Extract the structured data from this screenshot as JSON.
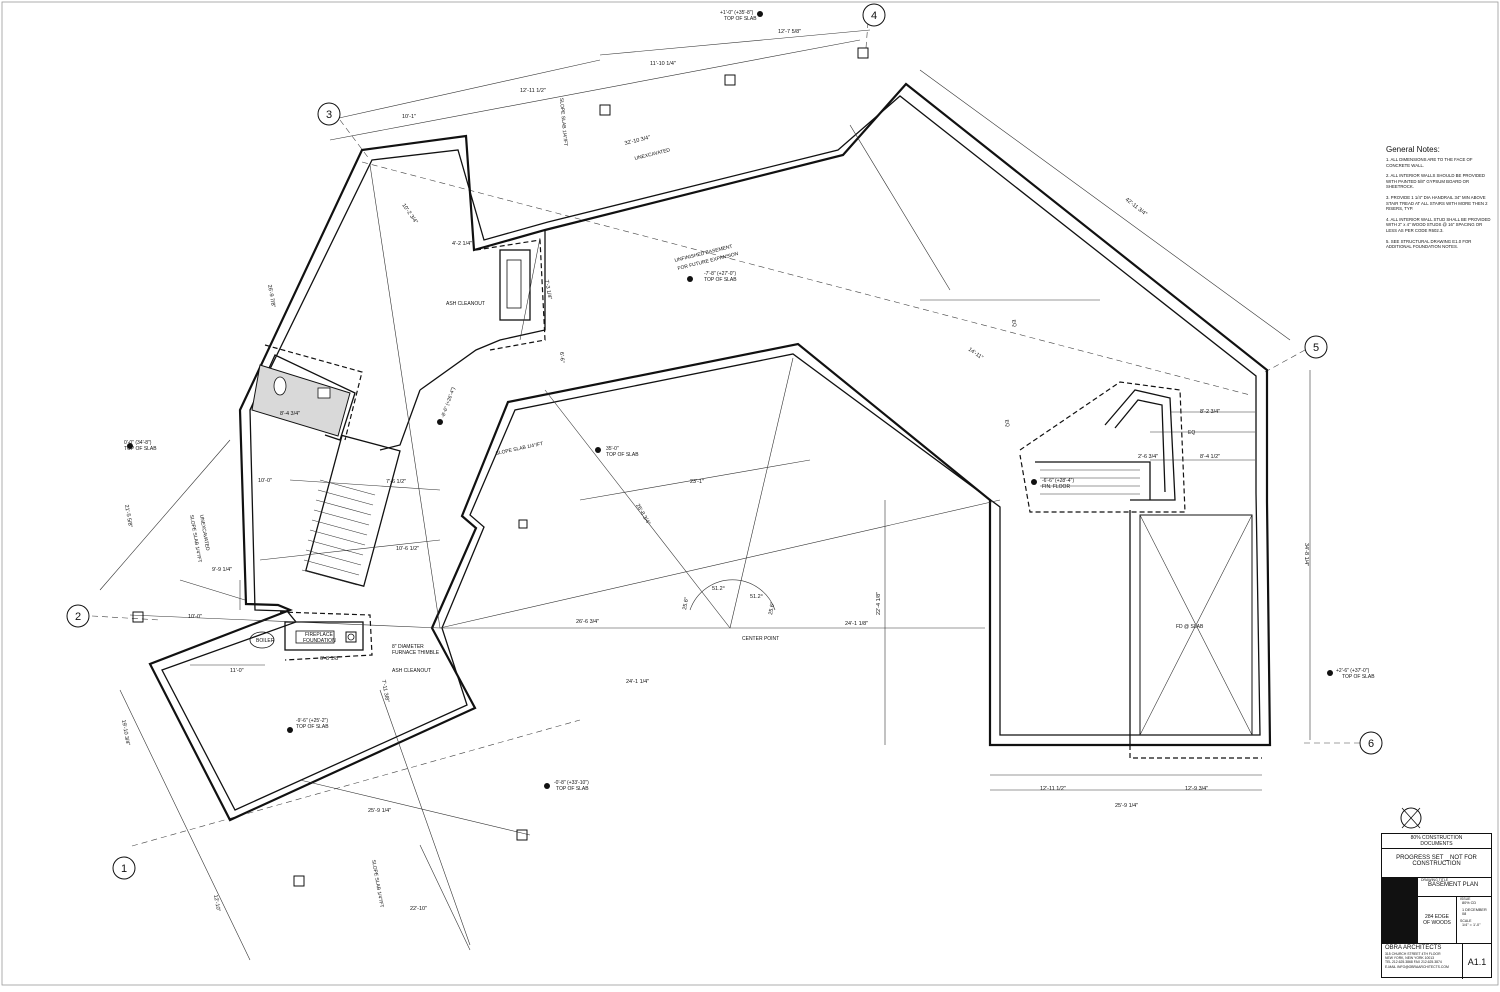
{
  "grid_bubbles": [
    "1",
    "2",
    "3",
    "4",
    "5",
    "6"
  ],
  "general_notes": {
    "heading": "General Notes:",
    "items": [
      "1. ALL DIMENSIONS ARE TO THE FACE OF CONCRETE WALL.",
      "2. ALL INTERIOR WALLS SHOULD BE PROVIDED WITH PAINTED 5/8\" GYPSUM BOARD OR SHEETROCK.",
      "3. PROVIDE 1 1/4\" DIA HANDRAIL 34\" MIN ABOVE STAIR TREAD AT ALL STAIRS WITH MORE THEN 2 RISERS, TYP.",
      "4. ALL INTERIOR WALL STUD SHALL BE PROVIDED WITH 2\" x 4\" WOOD STUDS @ 16\" SPACING OR LESS AS PER CODE R602.3.",
      "5. SEE STRUCTURAL DRAWING E1.0 FOR ADDITIONAL FOUNDATION NOTES."
    ]
  },
  "rooms": {
    "unexcavated_top": "UNEXCAVATED",
    "unexcavated_left": "UNEXCAVATED",
    "unfinished_1": "UNFINISHED BASEMENT",
    "unfinished_2": "FOR FUTURE EXPANSION",
    "fireplace_1": "FIREPLACE",
    "fireplace_2": "FOUNDATION",
    "boiler": "BOILER",
    "furnace_1": "8\" DIAMETER",
    "furnace_2": "FURNACE THIMBLE",
    "ash_cleanout_1": "ASH CLEANOUT",
    "ash_cleanout_2": "ASH CLEANOUT",
    "center_point": "CENTER POINT",
    "fd_slab": "FD @ SLAB",
    "slope_slab_1": "SLOPE SLAB 1/4\"/FT",
    "slope_slab_2": "SLOPE SLAB 1/4\"/FT",
    "slope_slab_3": "SLOPE SLAB 1/4\"/FT",
    "slope_slab_4": "SLOPE SLAB 1/4\"/FT",
    "eq_1": "EQ",
    "eq_2": "EQ",
    "eq_3": "EQ"
  },
  "elevations": {
    "top": "+1'-0\" (+35'-8\")",
    "unfinished": "-7'-8\" (+27'-0\")",
    "stair_top": "-8'-6\" (+26'-4\")",
    "left": "0'-0\" (34'-8\")",
    "center": "35'-0\"",
    "right_mid": "-6'-6\" (+28'-4\")",
    "right": "+2'-6\" (+37'-0\")",
    "bottom_left": "-9'-6\" (+25'-2\")",
    "bottom": "-0'-8\" (+33'-10\")",
    "top_of_slab": "TOP OF SLAB",
    "fin_floor": "FIN. FLOOR"
  },
  "dimensions": {
    "d1": "12'-7 5/8\"",
    "d2": "11'-10 1/4\"",
    "d3": "12'-11 1/2\"",
    "d4": "10'-1\"",
    "d5": "32'-10 3/4\"",
    "d6": "42'-11 3/4\"",
    "d7": "26'-9 7/8\"",
    "d8": "21'-5 5/8\"",
    "d9": "4'-2 1/4\"",
    "d10": "10'-2 3/4\"",
    "d11": "7'-3 1/4\"",
    "d12": "8'-4 3/4\"",
    "d13": "7'-6 1/2\"",
    "d14": "10'-6 1/2\"",
    "d15": "9'-9 1/4\"",
    "d16": "23'-1\"",
    "d17": "26'-8 3/4\"",
    "d18": "26'-6 3/4\"",
    "d19": "24'-1 1/4\"",
    "d20": "24'-1 1/8\"",
    "d21": "22'-4 1/8\"",
    "d22": "34'-8 1/4\"",
    "d23": "12'-11 1/2\"",
    "d24": "12'-9 3/4\"",
    "d25": "25'-9 1/4\"",
    "d26": "8'-2 3/4\"",
    "d27": "8'-4 1/2\"",
    "d28": "2'-6 3/4\"",
    "d29": "14'-11\"",
    "d30": "11'-0\"",
    "d31": "6'-8 1/8\"",
    "d32": "7'-11 3/8\"",
    "d33": "25'-9 1/4\"",
    "d34": "22'-10\"",
    "d35": "12'-10\"",
    "d36": "19'-10 3/4\"",
    "d37": "51.2°",
    "d38": "51.2°",
    "d39": "25.6°",
    "d40": "25.6°",
    "d41": "10'-0\"",
    "d42": "10'-0\"",
    "d43": "6'-6\""
  },
  "title_block": {
    "phase_1": "80% CONSTRUCTION",
    "phase_2": "DOCUMENTS",
    "progress_1": "PROGRESS SET _ NOT FOR",
    "progress_2": "CONSTRUCTION",
    "drawing_title_label": "DRAWING TITLE",
    "drawing_title": "BASEMENT PLAN",
    "project_1": "284 EDGE",
    "project_2": "OF WOODS",
    "issue_label": "ISSUE",
    "issue": "80% CD",
    "date": "1 DECEMBER 08",
    "scale_label": "SCALE",
    "scale": "1/4\" = 1'-0\"",
    "firm": "OBRA ARCHITECTS",
    "address_1": "315 CHURCH STREET 4TH FLOOR",
    "address_2": "NEW YORK, NEW YORK 10013",
    "address_3": "TEL 212.625.3868  FAX 212.625.3874",
    "address_4": "E-MAIL INFO@OBRAARCHITECTS.COM",
    "sheet": "A1.1"
  }
}
